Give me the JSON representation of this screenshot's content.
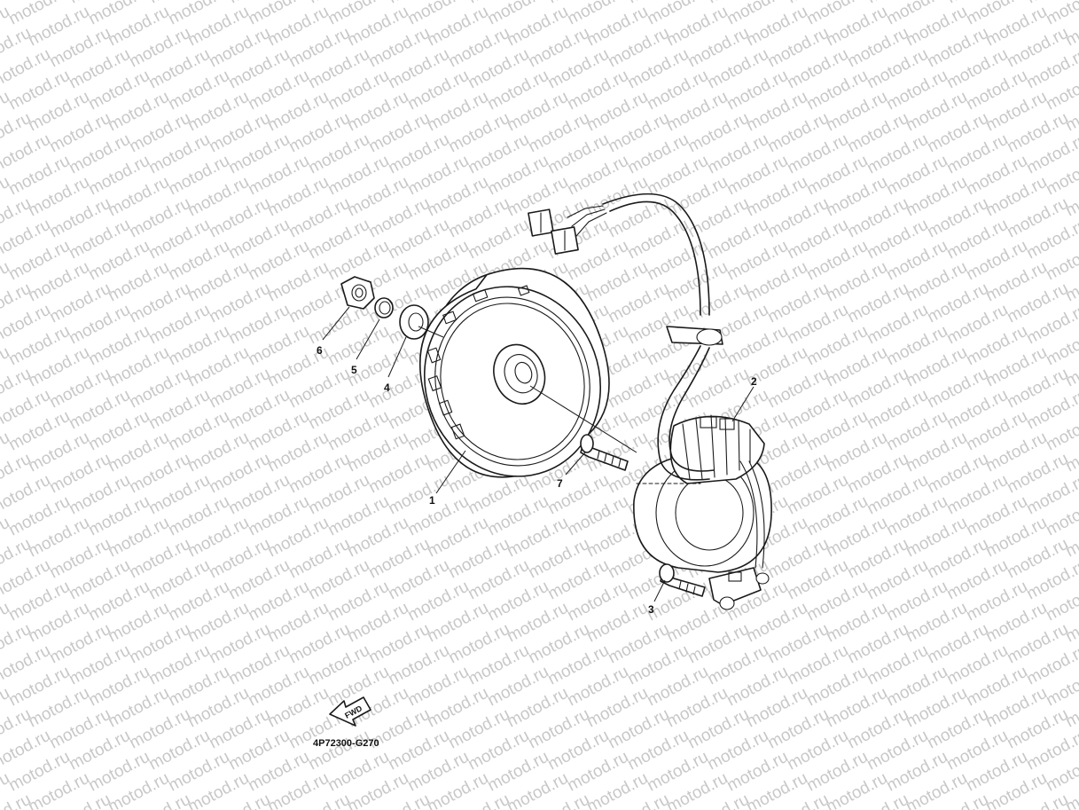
{
  "watermark": {
    "text": "motod.ru"
  },
  "callouts": {
    "c1": "1",
    "c2": "2",
    "c3": "3",
    "c4": "4",
    "c5": "5",
    "c6": "6",
    "c7": "7"
  },
  "fwd_badge": {
    "label": "FWD"
  },
  "part_code": "4P72300-G270",
  "colors": {
    "ink": "#1a1a1a",
    "watermark": "#c8c8c8",
    "background": "#ffffff"
  }
}
